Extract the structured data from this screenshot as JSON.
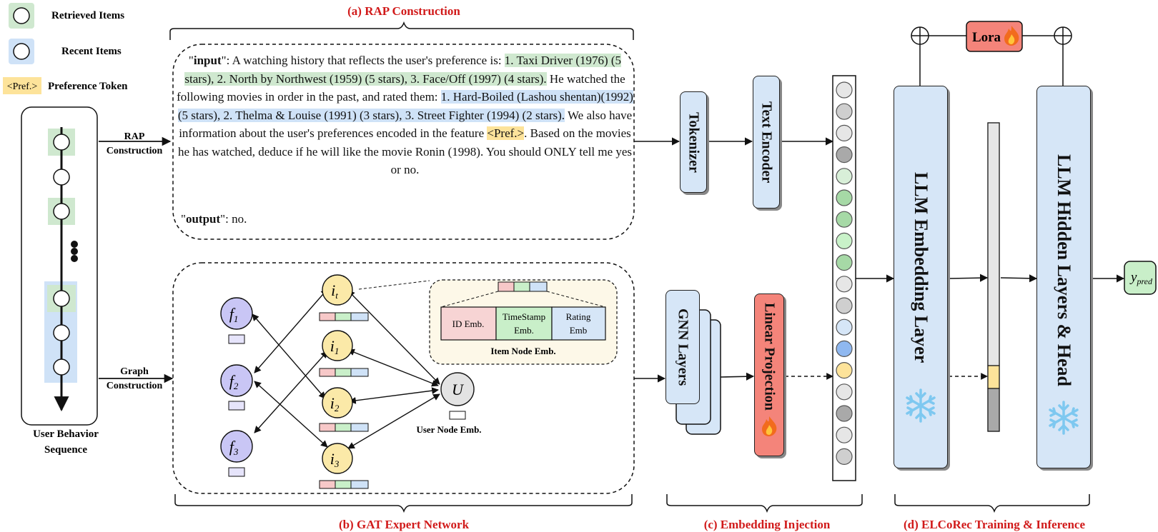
{
  "legend": {
    "retrieved": "Retrieved Items",
    "recent": "Recent Items",
    "pref_token": "<Pref.>",
    "pref_label": "Preference Token"
  },
  "sections": {
    "a": "(a) RAP Construction",
    "b": "(b) GAT Expert Network",
    "c": "(c) Embedding Injection",
    "d": "(d) ELCoRec Training & Inference"
  },
  "sequence": {
    "label_line1": "User Behavior",
    "label_line2": "Sequence",
    "rap_line1": "RAP",
    "rap_line2": "Construction",
    "graph_line1": "Graph",
    "graph_line2": "Construction"
  },
  "prompt": {
    "input_key": "input",
    "p1": "A watching history that reflects the user's preference is: ",
    "retrieved": "1. Taxi Driver (1976) (5 stars), 2. North by Northwest (1959) (5 stars), 3. Face/Off (1997) (4 stars).",
    "p2": " He watched the following movies in order in the past, and rated them: ",
    "recent": "1. Hard-Boiled (Lashou shentan)(1992) (5 stars), 2. Thelma & Louise (1991) (3 stars), 3. Street Fighter (1994) (2 stars).",
    "p3": " We also have information about the user's preferences encoded in the feature ",
    "pref": "<Pref.>",
    "p4": ". Based on the movies he has watched, deduce if he will like the movie Ronin (1998). You should ONLY tell me yes or no.",
    "output_key": "output",
    "output_value": ": no."
  },
  "graph": {
    "f1": "f",
    "f1_sub": "1",
    "f2": "f",
    "f2_sub": "2",
    "f3": "f",
    "f3_sub": "3",
    "it": "i",
    "it_sub": "t",
    "i1": "i",
    "i1_sub": "1",
    "i2": "i",
    "i2_sub": "2",
    "i3": "i",
    "i3_sub": "3",
    "u": "U",
    "user_emb": "User Node Emb.",
    "item_emb": "Item Node Emb.",
    "id_emb": "ID Emb.",
    "ts_emb_1": "TimeStamp",
    "ts_emb_2": "Emb.",
    "rating_emb_1": "Rating",
    "rating_emb_2": "Emb"
  },
  "blocks": {
    "tokenizer": "Tokenizer",
    "text_encoder": "Text Encoder",
    "gnn": "GNN Layers",
    "linear": "Linear Projection",
    "llm_embed": "LLM Embedding Layer",
    "llm_hidden": "LLM Hidden Layers & Head",
    "lora": "Lora",
    "ypred": "y",
    "ypred_sub": "pred"
  },
  "colors": {
    "green": "#cfe8cf",
    "blue": "#cfe2f7",
    "yellow": "#fde39a",
    "red_block": "#f4847a",
    "llm_block": "#d6e6f7",
    "feature_node": "#c9c6f5",
    "item_node": "#fbe9a8",
    "section_title": "#d11a1a"
  },
  "icons": [
    "fire-icon",
    "snowflake-icon",
    "plus-circle-icon"
  ]
}
